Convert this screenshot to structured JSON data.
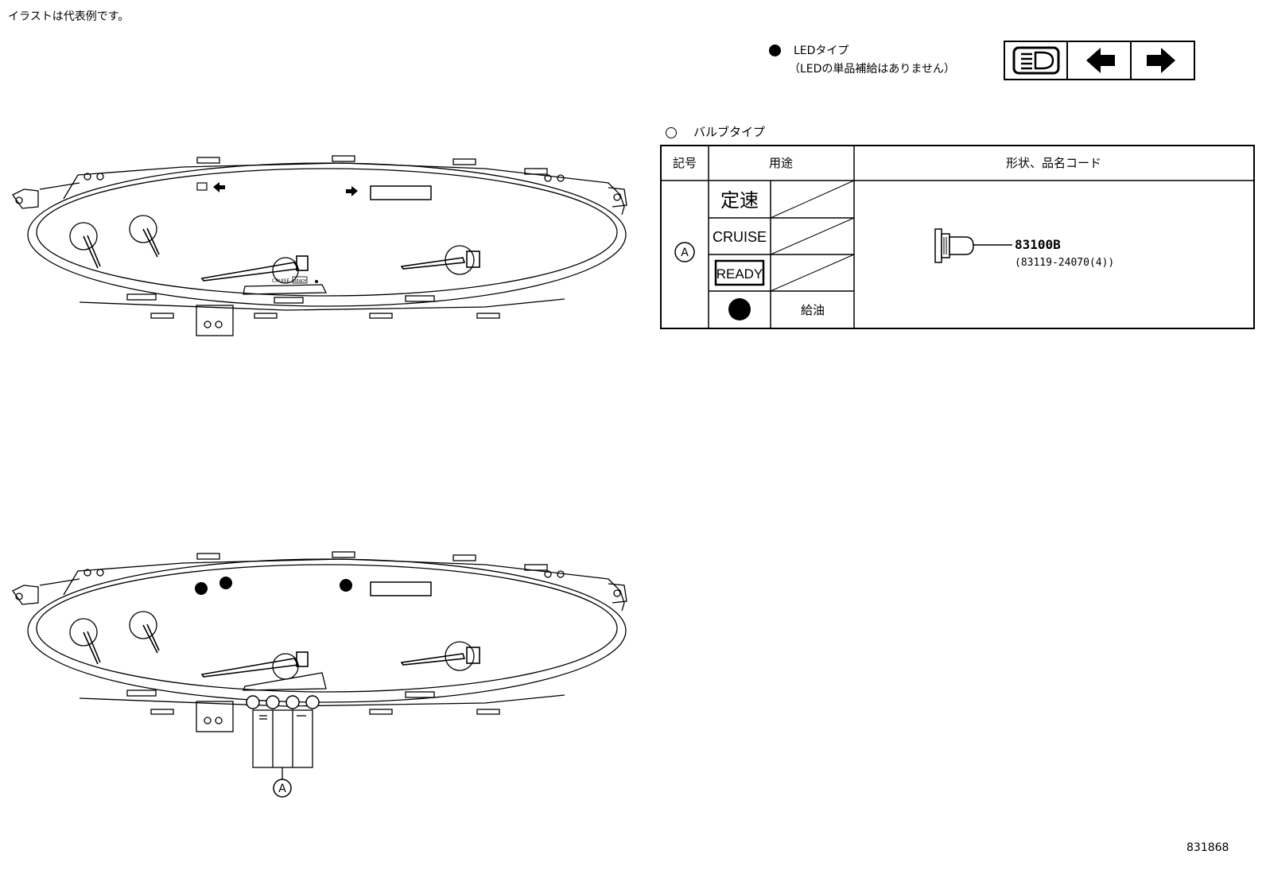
{
  "note": "イラストは代表例です。",
  "legend": {
    "led_label": "LEDタイプ",
    "led_note": "（LEDの単品補給はありません）",
    "led_icons": [
      "headlight-high-beam-icon",
      "turn-left-arrow-icon",
      "turn-right-arrow-icon"
    ],
    "bulb_label": "バルブタイプ"
  },
  "table": {
    "headers": [
      "記号",
      "用途",
      "形状、品名コード"
    ],
    "symbol": "A",
    "usages": [
      "定速",
      "CRUISE",
      "READY"
    ],
    "refuel_label": "給油",
    "part_number": "83100B",
    "part_code": "(83119-24070(4))"
  },
  "diagram_bottom": {
    "callout": "A"
  },
  "cluster_labels": {
    "cruise_small": "CRUISE",
    "ready_small": "READY"
  },
  "doc_number": "831868"
}
